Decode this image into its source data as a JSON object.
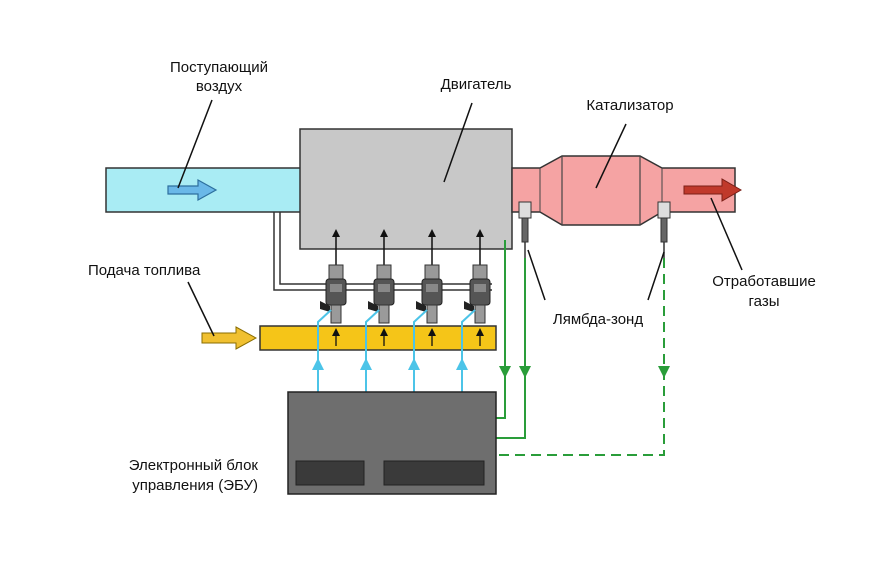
{
  "labels": {
    "intake_air": [
      "Поступающий",
      "воздух"
    ],
    "engine": "Двигатель",
    "catalyst": "Катализатор",
    "fuel_supply": "Подача топлива",
    "exhaust": [
      "Отработавшие",
      "газы"
    ],
    "lambda": "Лямбда-зонд",
    "ecu": [
      "Электронный блок",
      "управления (ЭБУ)"
    ]
  },
  "colors": {
    "intake_pipe": "#a9ecf4",
    "engine_block": "#c8c8c8",
    "exhaust_pipe": "#f5a3a3",
    "fuel_rail": "#f5c518",
    "ecu_body": "#6e6e6e",
    "ecu_window": "#3a3a3a",
    "signal_green": "#2a9d3a",
    "control_blue": "#4cc4e8",
    "fuel_arrow": "#f0c030",
    "exhaust_arrow": "#c0392b",
    "intake_arrow": "#6ab8e8"
  }
}
